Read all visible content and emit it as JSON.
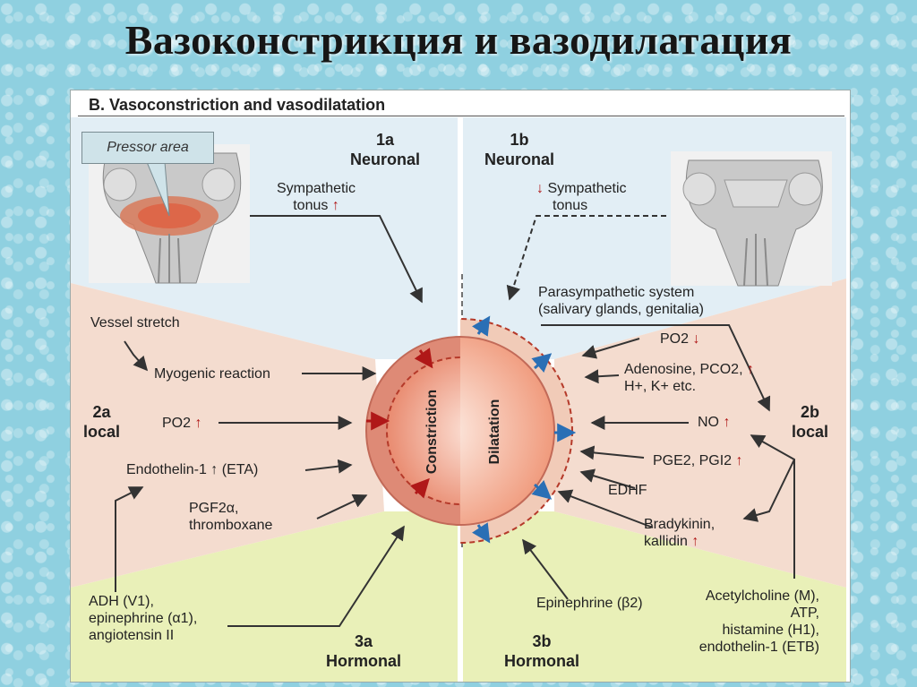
{
  "slide": {
    "title": "Вазоконстрикция и вазодилатация"
  },
  "figure": {
    "header": "B. Vasoconstriction and vasodilatation",
    "pressor_area": "Pressor area",
    "sections": {
      "s1a": {
        "num": "1a",
        "name": "Neuronal"
      },
      "s1b": {
        "num": "1b",
        "name": "Neuronal"
      },
      "s2a": {
        "num": "2a",
        "name": "local"
      },
      "s2b": {
        "num": "2b",
        "name": "local"
      },
      "s3a": {
        "num": "3a",
        "name": "Hormonal"
      },
      "s3b": {
        "num": "3b",
        "name": "Hormonal"
      }
    },
    "constriction": {
      "label": "Constriction",
      "sympathetic": "Sympathetic",
      "tonus": "tonus",
      "vessel_stretch": "Vessel stretch",
      "myogenic": "Myogenic reaction",
      "po2": "PO2",
      "endothelin": "Endothelin-1 ↑ (ETA)",
      "pgf_1": "PGF2α,",
      "pgf_2": "thromboxane",
      "hormones": [
        "ADH (V1),",
        "epinephrine (α1),",
        "angiotensin II"
      ]
    },
    "dilatation": {
      "label": "Dilatation",
      "sympathetic": "Sympathetic",
      "tonus": "tonus",
      "parasymp_1": "Parasympathetic system",
      "parasymp_2": "(salivary glands, genitalia)",
      "po2": "PO2",
      "adenosine_1": "Adenosine, PCO2,",
      "adenosine_2": "H+, K+ etc.",
      "no": "NO",
      "pge": "PGE2, PGI2",
      "edhf": "EDHF",
      "bradykinin_1": "Bradykinin,",
      "bradykinin_2": "kallidin",
      "epinephrine": "Epinephrine (β2)",
      "hormones": [
        "Acetylcholine (M),",
        "ATP,",
        "histamine (H1),",
        "endothelin-1 (ETB)"
      ]
    }
  }
}
